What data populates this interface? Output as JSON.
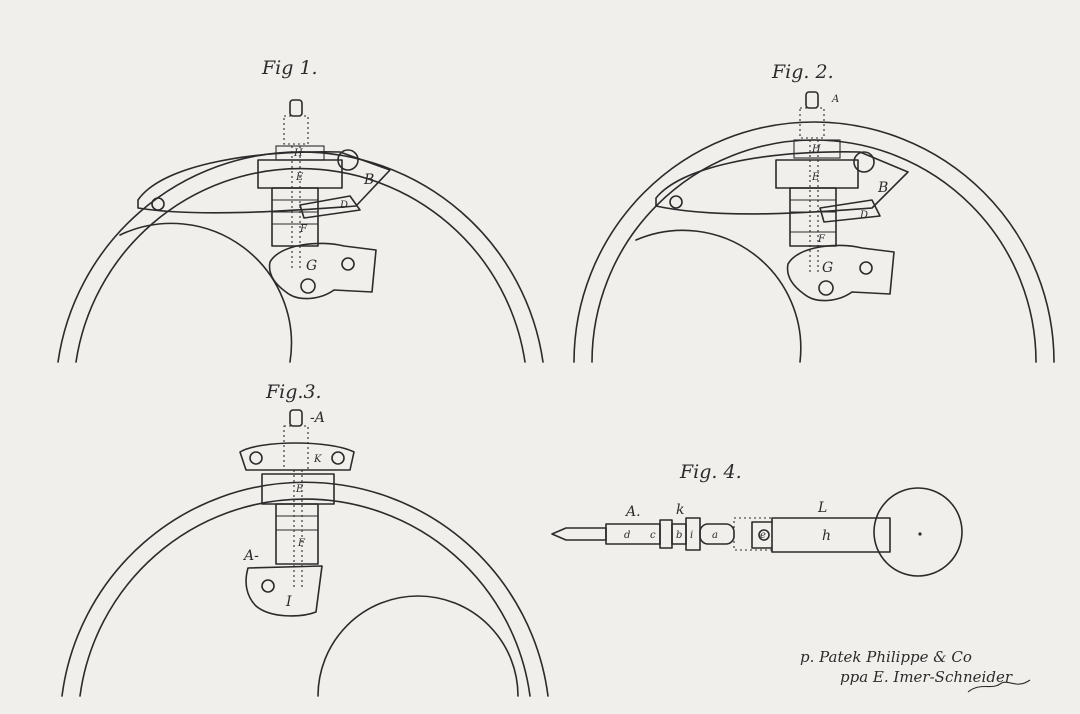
{
  "figures": {
    "fig1": {
      "title": "Fig 1.",
      "labels": {
        "H": "H",
        "B": "B",
        "D": "D",
        "E": "E",
        "F": "F",
        "G": "G"
      }
    },
    "fig2": {
      "title": "Fig. 2.",
      "labels": {
        "A": "A",
        "H": "H",
        "B": "B",
        "D": "D",
        "E": "E",
        "F": "F",
        "G": "G"
      }
    },
    "fig3": {
      "title": "Fig.3.",
      "labels": {
        "A": "-A",
        "K": "K",
        "E": "E",
        "F": "F",
        "A2": "A-",
        "I": "I"
      }
    },
    "fig4": {
      "title": "Fig. 4.",
      "labels": {
        "A": "A.",
        "k": "k",
        "L": "L",
        "d": "d",
        "c": "c",
        "b": "b",
        "i": "i",
        "a": "a",
        "e": "e",
        "h": "h"
      }
    }
  },
  "signature": {
    "line1": "p. Patek Philippe & Co",
    "line2": "ppa E. Imer-Schneider"
  }
}
